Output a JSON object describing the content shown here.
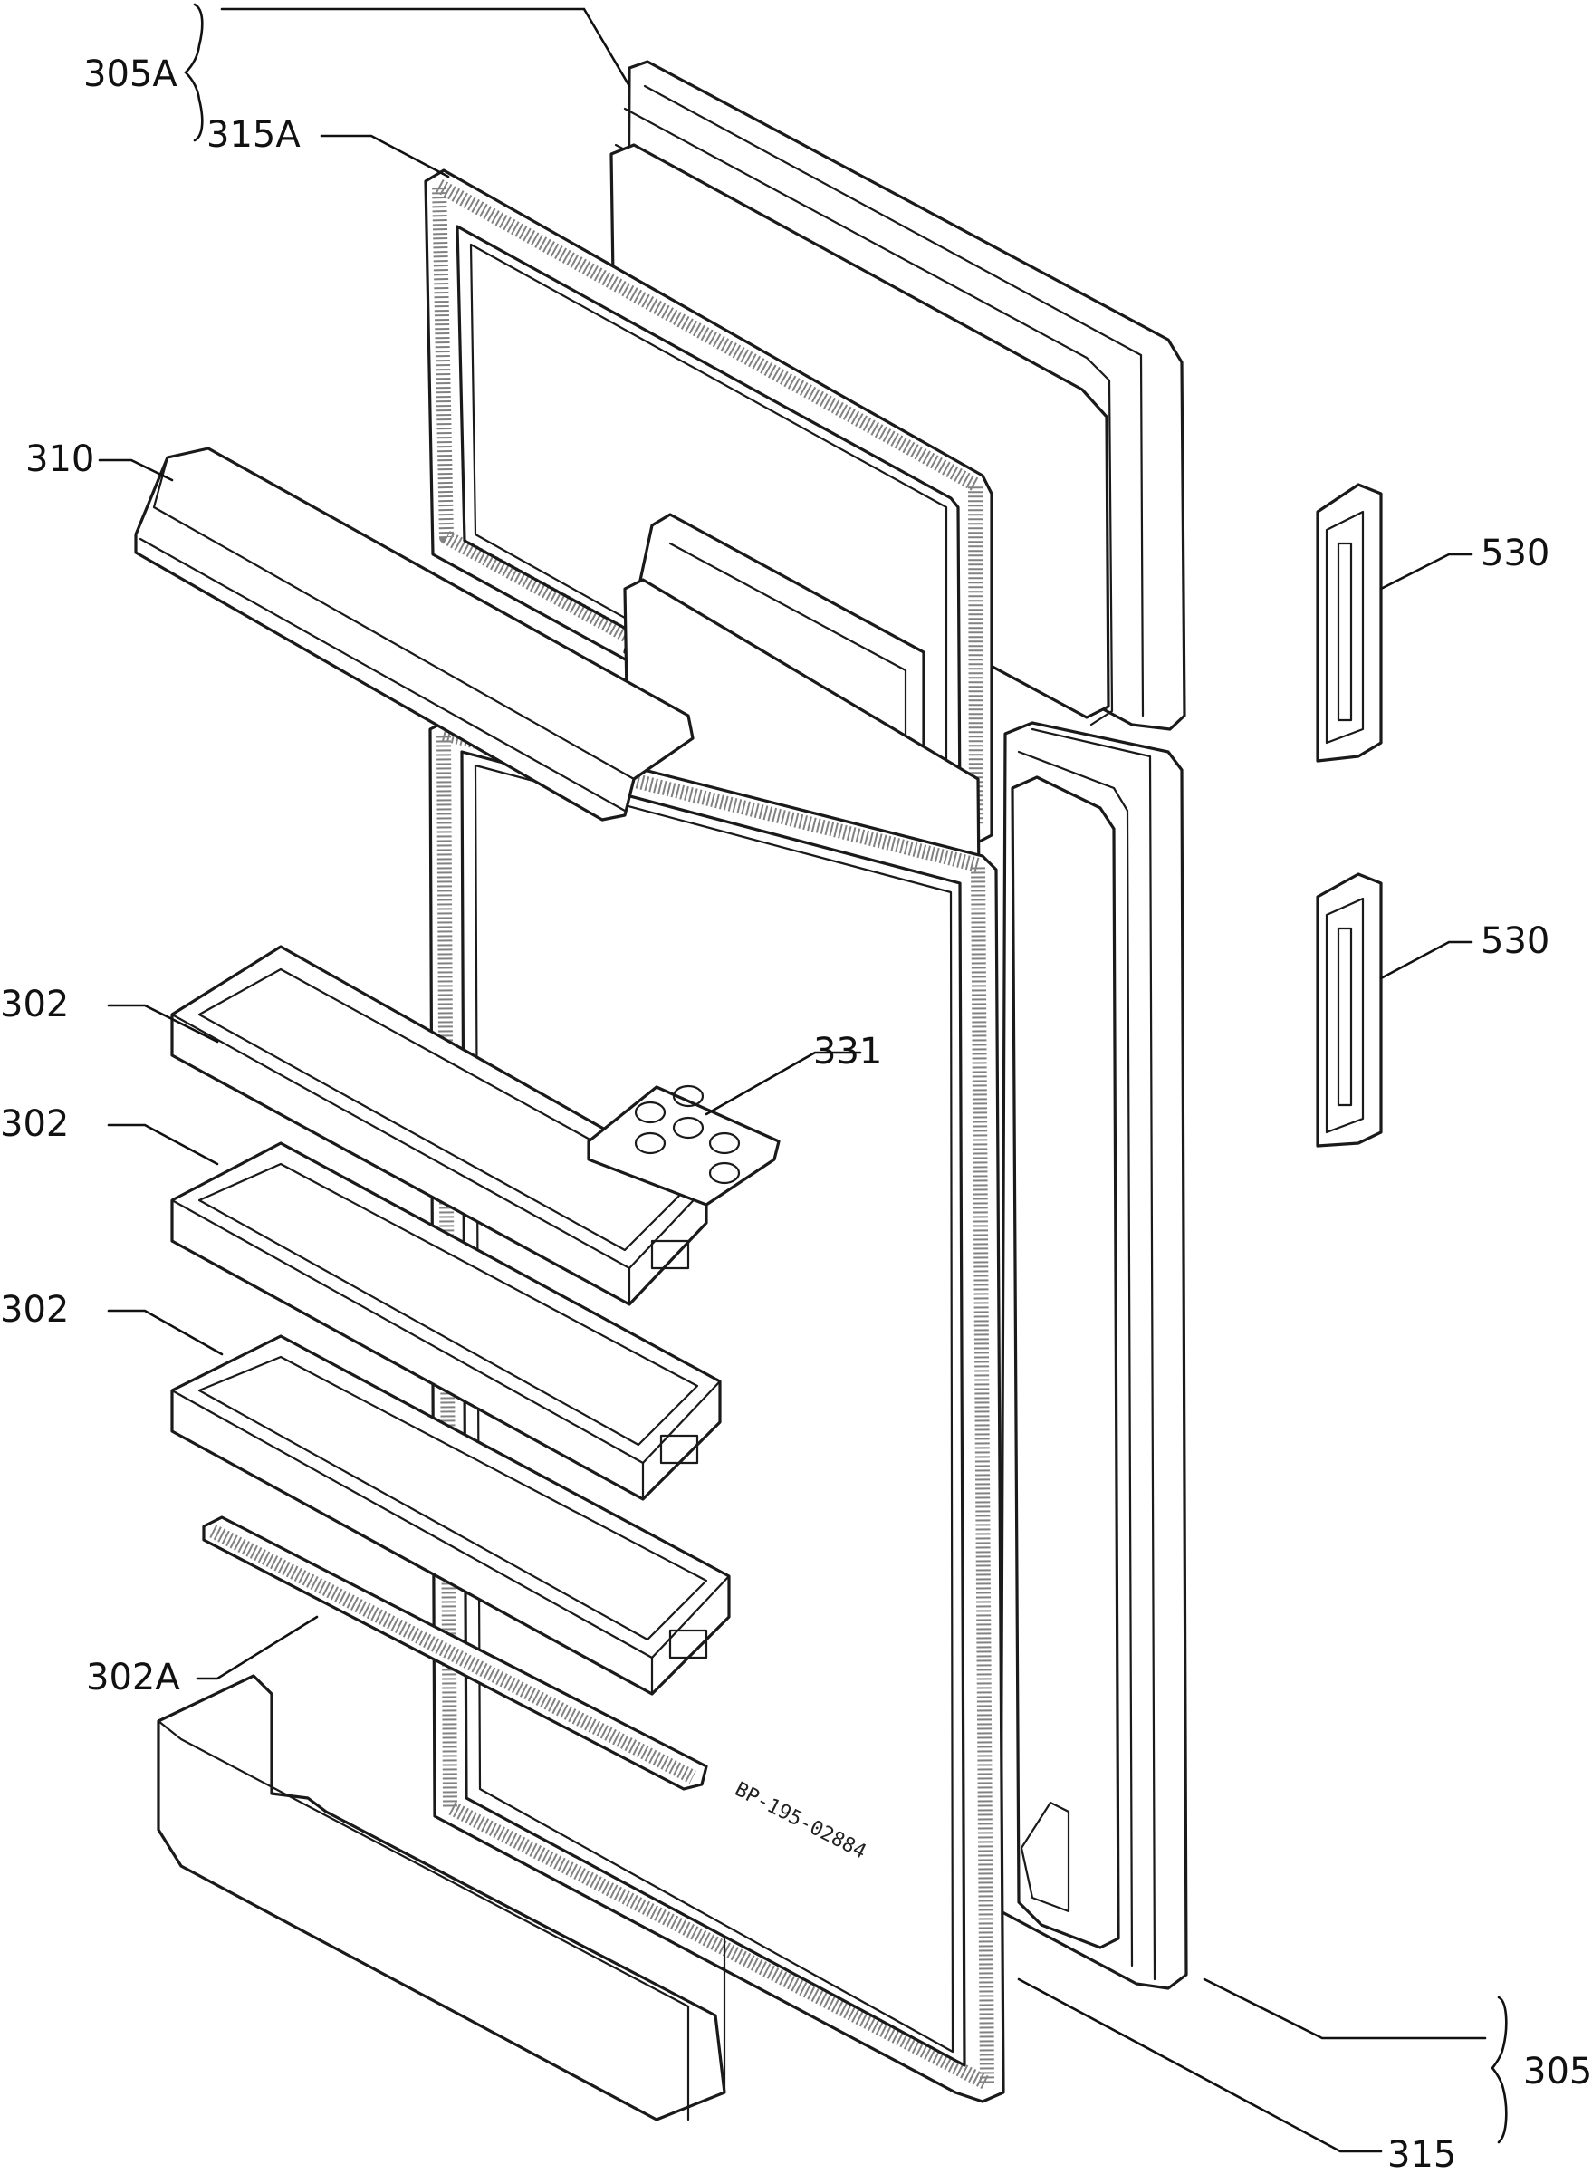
{
  "labels": {
    "l305A": "305A",
    "l315A": "315A",
    "l310": "310",
    "l530a": "530",
    "l530b": "530",
    "l302a": "302",
    "l302b": "302",
    "l302c": "302",
    "l331": "331",
    "l302A": "302A",
    "l305": "305",
    "l315": "315"
  },
  "stamp": "BP-195-02884"
}
